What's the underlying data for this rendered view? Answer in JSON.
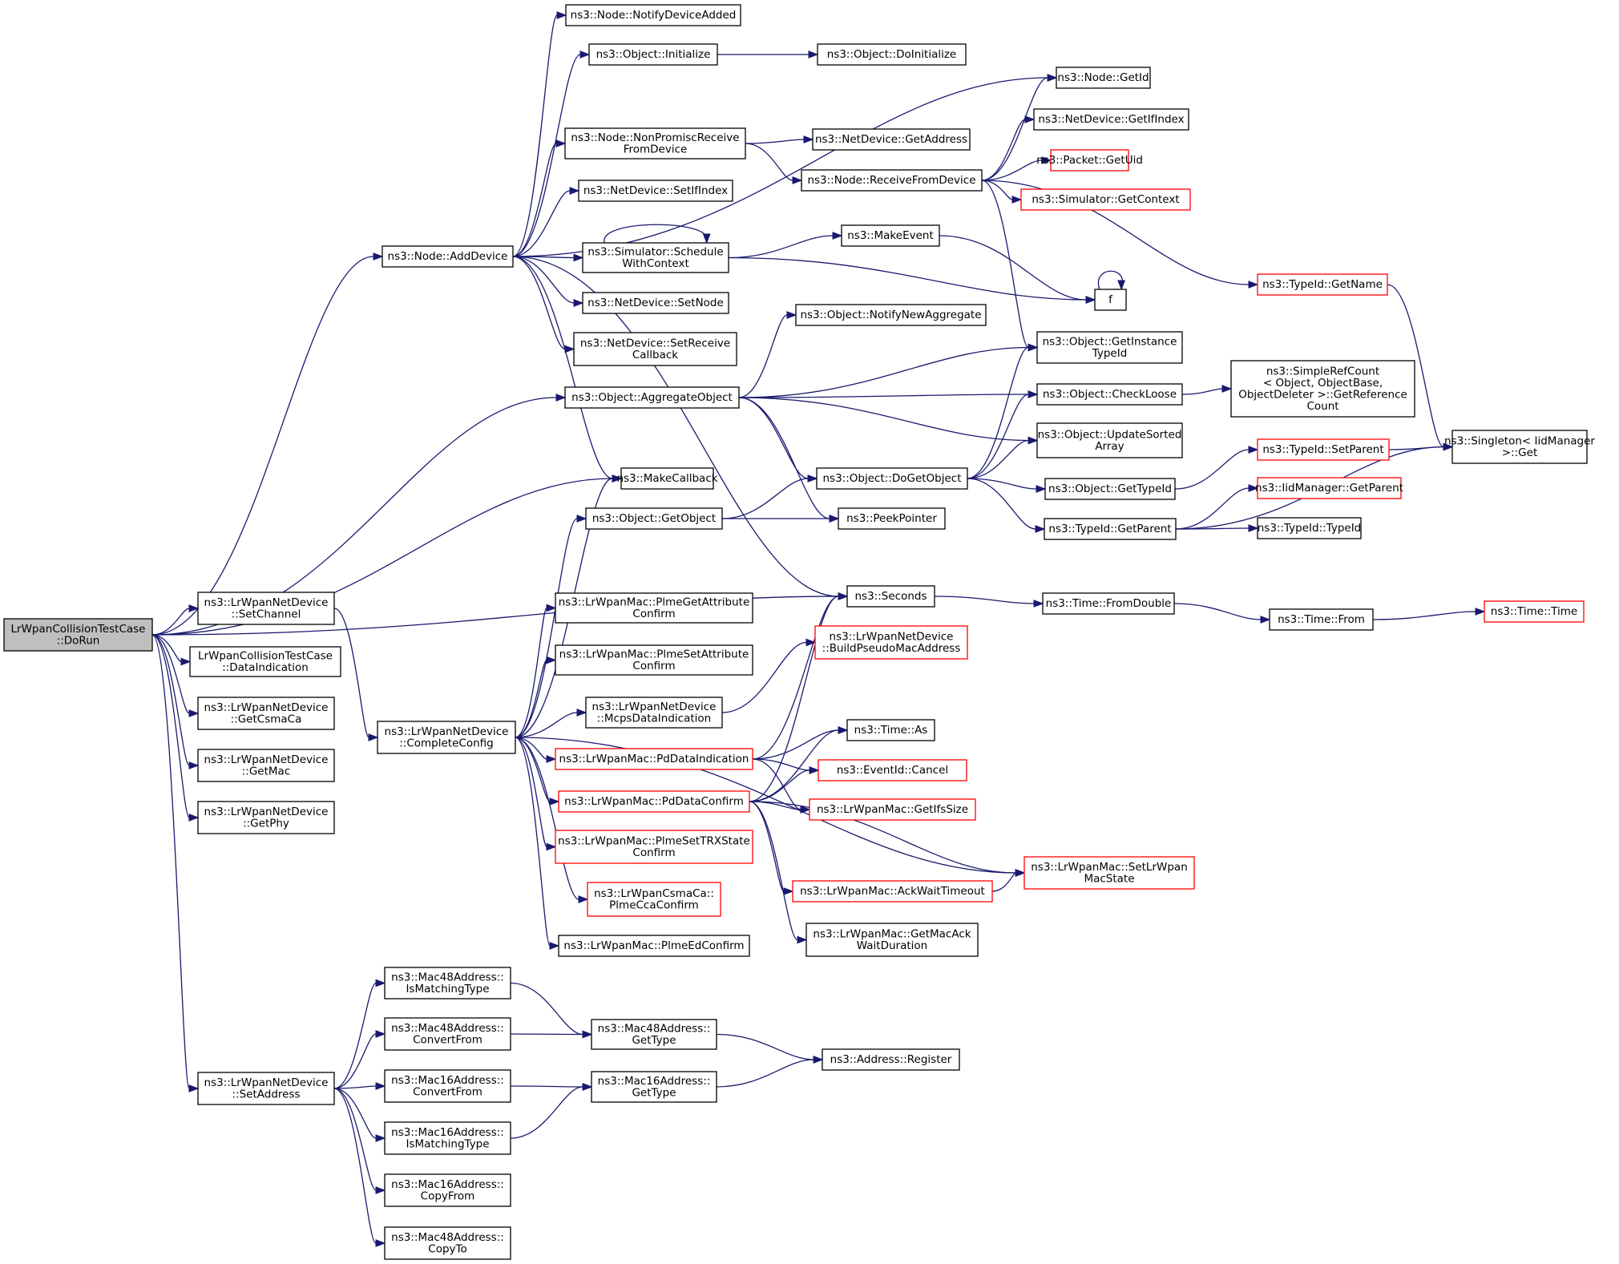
{
  "nodes": [
    {
      "id": "root",
      "lines": [
        "LrWpanCollisionTestCase",
        "::DoRun"
      ],
      "style": "root"
    },
    {
      "id": "n_adddevice",
      "lines": [
        "ns3::Node::AddDevice"
      ],
      "style": "black"
    },
    {
      "id": "n_notifydeviceadded",
      "lines": [
        "ns3::Node::NotifyDeviceAdded"
      ],
      "style": "black"
    },
    {
      "id": "n_initialize",
      "lines": [
        "ns3::Object::Initialize"
      ],
      "style": "black"
    },
    {
      "id": "n_doinitialize",
      "lines": [
        "ns3::Object::DoInitialize"
      ],
      "style": "black"
    },
    {
      "id": "n_getid",
      "lines": [
        "ns3::Node::GetId"
      ],
      "style": "black"
    },
    {
      "id": "n_nonpromisc",
      "lines": [
        "ns3::Node::NonPromiscReceive",
        "FromDevice"
      ],
      "style": "black"
    },
    {
      "id": "n_getaddress",
      "lines": [
        "ns3::NetDevice::GetAddress"
      ],
      "style": "black"
    },
    {
      "id": "n_getifindex",
      "lines": [
        "ns3::NetDevice::GetIfIndex"
      ],
      "style": "black"
    },
    {
      "id": "n_receivefromdevice",
      "lines": [
        "ns3::Node::ReceiveFromDevice"
      ],
      "style": "black"
    },
    {
      "id": "n_getuid",
      "lines": [
        "ns3::Packet::GetUid"
      ],
      "style": "red"
    },
    {
      "id": "n_getcontext",
      "lines": [
        "ns3::Simulator::GetContext"
      ],
      "style": "red"
    },
    {
      "id": "n_setifindex",
      "lines": [
        "ns3::NetDevice::SetIfIndex"
      ],
      "style": "black"
    },
    {
      "id": "n_schedulewithcontext",
      "lines": [
        "ns3::Simulator::Schedule",
        "WithContext"
      ],
      "style": "black"
    },
    {
      "id": "n_makeevent",
      "lines": [
        "ns3::MakeEvent"
      ],
      "style": "black"
    },
    {
      "id": "n_f",
      "lines": [
        "f"
      ],
      "style": "black"
    },
    {
      "id": "n_getname",
      "lines": [
        "ns3::TypeId::GetName"
      ],
      "style": "red"
    },
    {
      "id": "n_setnode",
      "lines": [
        "ns3::NetDevice::SetNode"
      ],
      "style": "black"
    },
    {
      "id": "n_setreceivecallback",
      "lines": [
        "ns3::NetDevice::SetReceive",
        "Callback"
      ],
      "style": "black"
    },
    {
      "id": "n_notifynewaggregate",
      "lines": [
        "ns3::Object::NotifyNewAggregate"
      ],
      "style": "black"
    },
    {
      "id": "n_getinstancetypeid",
      "lines": [
        "ns3::Object::GetInstance",
        "TypeId"
      ],
      "style": "black"
    },
    {
      "id": "n_aggregateobject",
      "lines": [
        "ns3::Object::AggregateObject"
      ],
      "style": "black"
    },
    {
      "id": "n_checkloose",
      "lines": [
        "ns3::Object::CheckLoose"
      ],
      "style": "black"
    },
    {
      "id": "n_simplerefcount",
      "lines": [
        "ns3::SimpleRefCount",
        "< Object, ObjectBase,",
        " ObjectDeleter >::GetReference",
        "Count"
      ],
      "style": "black"
    },
    {
      "id": "n_updatesortedarray",
      "lines": [
        "ns3::Object::UpdateSorted",
        "Array"
      ],
      "style": "black"
    },
    {
      "id": "n_singletonget",
      "lines": [
        "ns3::Singleton< IidManager",
        " >::Get"
      ],
      "style": "black"
    },
    {
      "id": "n_setparent",
      "lines": [
        "ns3::TypeId::SetParent"
      ],
      "style": "red"
    },
    {
      "id": "n_makecallback",
      "lines": [
        "ns3::MakeCallback"
      ],
      "style": "black"
    },
    {
      "id": "n_dogetobject",
      "lines": [
        "ns3::Object::DoGetObject"
      ],
      "style": "black"
    },
    {
      "id": "n_gettypeid",
      "lines": [
        "ns3::Object::GetTypeId"
      ],
      "style": "black"
    },
    {
      "id": "n_iidgetparent",
      "lines": [
        "ns3::IidManager::GetParent"
      ],
      "style": "red"
    },
    {
      "id": "n_getobject",
      "lines": [
        "ns3::Object::GetObject"
      ],
      "style": "black"
    },
    {
      "id": "n_peekpointer",
      "lines": [
        "ns3::PeekPointer"
      ],
      "style": "black"
    },
    {
      "id": "n_typeidgetparent",
      "lines": [
        "ns3::TypeId::GetParent"
      ],
      "style": "black"
    },
    {
      "id": "n_typeidtypeid",
      "lines": [
        "ns3::TypeId::TypeId"
      ],
      "style": "black"
    },
    {
      "id": "n_seconds",
      "lines": [
        "ns3::Seconds"
      ],
      "style": "black"
    },
    {
      "id": "n_fromdouble",
      "lines": [
        "ns3::Time::FromDouble"
      ],
      "style": "black"
    },
    {
      "id": "n_timefrom",
      "lines": [
        "ns3::Time::From"
      ],
      "style": "black"
    },
    {
      "id": "n_timetime",
      "lines": [
        "ns3::Time::Time"
      ],
      "style": "red"
    },
    {
      "id": "n_setchannel",
      "lines": [
        "ns3::LrWpanNetDevice",
        "::SetChannel"
      ],
      "style": "black"
    },
    {
      "id": "n_dataindication",
      "lines": [
        "LrWpanCollisionTestCase",
        "::DataIndication"
      ],
      "style": "black"
    },
    {
      "id": "n_getcsmaca",
      "lines": [
        "ns3::LrWpanNetDevice",
        "::GetCsmaCa"
      ],
      "style": "black"
    },
    {
      "id": "n_getmac",
      "lines": [
        "ns3::LrWpanNetDevice",
        "::GetMac"
      ],
      "style": "black"
    },
    {
      "id": "n_getphy",
      "lines": [
        "ns3::LrWpanNetDevice",
        "::GetPhy"
      ],
      "style": "black"
    },
    {
      "id": "n_completeconfig",
      "lines": [
        "ns3::LrWpanNetDevice",
        "::CompleteConfig"
      ],
      "style": "black"
    },
    {
      "id": "n_plmegetattributeconfirm",
      "lines": [
        "ns3::LrWpanMac::PlmeGetAttribute",
        "Confirm"
      ],
      "style": "black"
    },
    {
      "id": "n_plmesetattributeconfirm",
      "lines": [
        "ns3::LrWpanMac::PlmeSetAttribute",
        "Confirm"
      ],
      "style": "black"
    },
    {
      "id": "n_mcpsdataindication",
      "lines": [
        "ns3::LrWpanNetDevice",
        "::McpsDataIndication"
      ],
      "style": "black"
    },
    {
      "id": "n_buildpseudomac",
      "lines": [
        "ns3::LrWpanNetDevice",
        "::BuildPseudoMacAddress"
      ],
      "style": "red"
    },
    {
      "id": "n_pddataindication",
      "lines": [
        "ns3::LrWpanMac::PdDataIndication"
      ],
      "style": "red"
    },
    {
      "id": "n_timeas",
      "lines": [
        "ns3::Time::As"
      ],
      "style": "black"
    },
    {
      "id": "n_eventidcancel",
      "lines": [
        "ns3::EventId::Cancel"
      ],
      "style": "red"
    },
    {
      "id": "n_pddataconfirm",
      "lines": [
        "ns3::LrWpanMac::PdDataConfirm"
      ],
      "style": "red"
    },
    {
      "id": "n_getifssize",
      "lines": [
        "ns3::LrWpanMac::GetIfsSize"
      ],
      "style": "red"
    },
    {
      "id": "n_plmesettrxstateconfirm",
      "lines": [
        "ns3::LrWpanMac::PlmeSetTRXState",
        "Confirm"
      ],
      "style": "red"
    },
    {
      "id": "n_setlrwpanmacstate",
      "lines": [
        "ns3::LrWpanMac::SetLrWpan",
        "MacState"
      ],
      "style": "red"
    },
    {
      "id": "n_ackwaittimeout",
      "lines": [
        "ns3::LrWpanMac::AckWaitTimeout"
      ],
      "style": "red"
    },
    {
      "id": "n_plmeccaconfirm",
      "lines": [
        "ns3::LrWpanCsmaCa::",
        "PlmeCcaConfirm"
      ],
      "style": "red"
    },
    {
      "id": "n_getmacackwaitduration",
      "lines": [
        "ns3::LrWpanMac::GetMacAck",
        "WaitDuration"
      ],
      "style": "black"
    },
    {
      "id": "n_plmeedconfirm",
      "lines": [
        "ns3::LrWpanMac::PlmeEdConfirm"
      ],
      "style": "black"
    },
    {
      "id": "n_mac48ismatchingtype",
      "lines": [
        "ns3::Mac48Address::",
        "IsMatchingType"
      ],
      "style": "black"
    },
    {
      "id": "n_mac48convertfrom",
      "lines": [
        "ns3::Mac48Address::",
        "ConvertFrom"
      ],
      "style": "black"
    },
    {
      "id": "n_mac48gettype",
      "lines": [
        "ns3::Mac48Address::",
        "GetType"
      ],
      "style": "black"
    },
    {
      "id": "n_addressregister",
      "lines": [
        "ns3::Address::Register"
      ],
      "style": "black"
    },
    {
      "id": "n_setaddress",
      "lines": [
        "ns3::LrWpanNetDevice",
        "::SetAddress"
      ],
      "style": "black"
    },
    {
      "id": "n_mac16convertfrom",
      "lines": [
        "ns3::Mac16Address::",
        "ConvertFrom"
      ],
      "style": "black"
    },
    {
      "id": "n_mac16gettype",
      "lines": [
        "ns3::Mac16Address::",
        "GetType"
      ],
      "style": "black"
    },
    {
      "id": "n_mac16ismatchingtype",
      "lines": [
        "ns3::Mac16Address::",
        "IsMatchingType"
      ],
      "style": "black"
    },
    {
      "id": "n_mac16copyfrom",
      "lines": [
        "ns3::Mac16Address::",
        "CopyFrom"
      ],
      "style": "black"
    },
    {
      "id": "n_mac48copyto",
      "lines": [
        "ns3::Mac48Address::",
        "CopyTo"
      ],
      "style": "black"
    }
  ],
  "edges": [
    [
      "root",
      "n_adddevice"
    ],
    [
      "root",
      "n_aggregateobject"
    ],
    [
      "root",
      "n_makecallback"
    ],
    [
      "root",
      "n_seconds"
    ],
    [
      "root",
      "n_setchannel"
    ],
    [
      "root",
      "n_dataindication"
    ],
    [
      "root",
      "n_getcsmaca"
    ],
    [
      "root",
      "n_getmac"
    ],
    [
      "root",
      "n_getphy"
    ],
    [
      "root",
      "n_setaddress"
    ],
    [
      "n_adddevice",
      "n_notifydeviceadded"
    ],
    [
      "n_adddevice",
      "n_initialize"
    ],
    [
      "n_adddevice",
      "n_getid"
    ],
    [
      "n_adddevice",
      "n_nonpromisc"
    ],
    [
      "n_adddevice",
      "n_setifindex"
    ],
    [
      "n_adddevice",
      "n_schedulewithcontext"
    ],
    [
      "n_adddevice",
      "n_setnode"
    ],
    [
      "n_adddevice",
      "n_setreceivecallback"
    ],
    [
      "n_adddevice",
      "n_makecallback"
    ],
    [
      "n_adddevice",
      "n_seconds"
    ],
    [
      "n_initialize",
      "n_doinitialize"
    ],
    [
      "n_nonpromisc",
      "n_getaddress"
    ],
    [
      "n_nonpromisc",
      "n_receivefromdevice"
    ],
    [
      "n_receivefromdevice",
      "n_getid"
    ],
    [
      "n_receivefromdevice",
      "n_getifindex"
    ],
    [
      "n_receivefromdevice",
      "n_getuid"
    ],
    [
      "n_receivefromdevice",
      "n_getcontext"
    ],
    [
      "n_receivefromdevice",
      "n_getname"
    ],
    [
      "n_receivefromdevice",
      "n_getinstancetypeid"
    ],
    [
      "n_schedulewithcontext",
      "n_schedulewithcontext"
    ],
    [
      "n_schedulewithcontext",
      "n_makeevent"
    ],
    [
      "n_schedulewithcontext",
      "n_f"
    ],
    [
      "n_makeevent",
      "n_f"
    ],
    [
      "n_f",
      "n_f"
    ],
    [
      "n_getname",
      "n_singletonget"
    ],
    [
      "n_aggregateobject",
      "n_notifynewaggregate"
    ],
    [
      "n_aggregateobject",
      "n_getinstancetypeid"
    ],
    [
      "n_aggregateobject",
      "n_checkloose"
    ],
    [
      "n_aggregateobject",
      "n_updatesortedarray"
    ],
    [
      "n_aggregateobject",
      "n_dogetobject"
    ],
    [
      "n_aggregateobject",
      "n_peekpointer"
    ],
    [
      "n_checkloose",
      "n_simplerefcount"
    ],
    [
      "n_dogetobject",
      "n_getinstancetypeid"
    ],
    [
      "n_dogetobject",
      "n_checkloose"
    ],
    [
      "n_dogetobject",
      "n_updatesortedarray"
    ],
    [
      "n_dogetobject",
      "n_gettypeid"
    ],
    [
      "n_dogetobject",
      "n_typeidgetparent"
    ],
    [
      "n_gettypeid",
      "n_setparent"
    ],
    [
      "n_setparent",
      "n_singletonget"
    ],
    [
      "n_typeidgetparent",
      "n_iidgetparent"
    ],
    [
      "n_typeidgetparent",
      "n_typeidtypeid"
    ],
    [
      "n_typeidgetparent",
      "n_singletonget"
    ],
    [
      "n_getobject",
      "n_dogetobject"
    ],
    [
      "n_getobject",
      "n_peekpointer"
    ],
    [
      "n_seconds",
      "n_fromdouble"
    ],
    [
      "n_fromdouble",
      "n_timefrom"
    ],
    [
      "n_timefrom",
      "n_timetime"
    ],
    [
      "n_setchannel",
      "n_completeconfig"
    ],
    [
      "n_completeconfig",
      "n_makecallback"
    ],
    [
      "n_completeconfig",
      "n_getobject"
    ],
    [
      "n_completeconfig",
      "n_plmegetattributeconfirm"
    ],
    [
      "n_completeconfig",
      "n_plmesetattributeconfirm"
    ],
    [
      "n_completeconfig",
      "n_mcpsdataindication"
    ],
    [
      "n_completeconfig",
      "n_pddataindication"
    ],
    [
      "n_completeconfig",
      "n_pddataconfirm"
    ],
    [
      "n_completeconfig",
      "n_plmesettrxstateconfirm"
    ],
    [
      "n_completeconfig",
      "n_plmeccaconfirm"
    ],
    [
      "n_completeconfig",
      "n_plmeedconfirm"
    ],
    [
      "n_completeconfig",
      "n_setlrwpanmacstate"
    ],
    [
      "n_mcpsdataindication",
      "n_buildpseudomac"
    ],
    [
      "n_pddataindication",
      "n_seconds"
    ],
    [
      "n_pddataindication",
      "n_timeas"
    ],
    [
      "n_pddataindication",
      "n_eventidcancel"
    ],
    [
      "n_pddataindication",
      "n_getifssize"
    ],
    [
      "n_pddataconfirm",
      "n_seconds"
    ],
    [
      "n_pddataconfirm",
      "n_timeas"
    ],
    [
      "n_pddataconfirm",
      "n_eventidcancel"
    ],
    [
      "n_pddataconfirm",
      "n_getifssize"
    ],
    [
      "n_pddataconfirm",
      "n_setlrwpanmacstate"
    ],
    [
      "n_pddataconfirm",
      "n_ackwaittimeout"
    ],
    [
      "n_pddataconfirm",
      "n_getmacackwaitduration"
    ],
    [
      "n_ackwaittimeout",
      "n_setlrwpanmacstate"
    ],
    [
      "n_setaddress",
      "n_mac48ismatchingtype"
    ],
    [
      "n_setaddress",
      "n_mac48convertfrom"
    ],
    [
      "n_setaddress",
      "n_mac16convertfrom"
    ],
    [
      "n_setaddress",
      "n_mac16ismatchingtype"
    ],
    [
      "n_setaddress",
      "n_mac16copyfrom"
    ],
    [
      "n_setaddress",
      "n_mac48copyto"
    ],
    [
      "n_mac48ismatchingtype",
      "n_mac48gettype"
    ],
    [
      "n_mac48convertfrom",
      "n_mac48gettype"
    ],
    [
      "n_mac48gettype",
      "n_addressregister"
    ],
    [
      "n_mac16convertfrom",
      "n_mac16gettype"
    ],
    [
      "n_mac16ismatchingtype",
      "n_mac16gettype"
    ],
    [
      "n_mac16gettype",
      "n_addressregister"
    ]
  ]
}
